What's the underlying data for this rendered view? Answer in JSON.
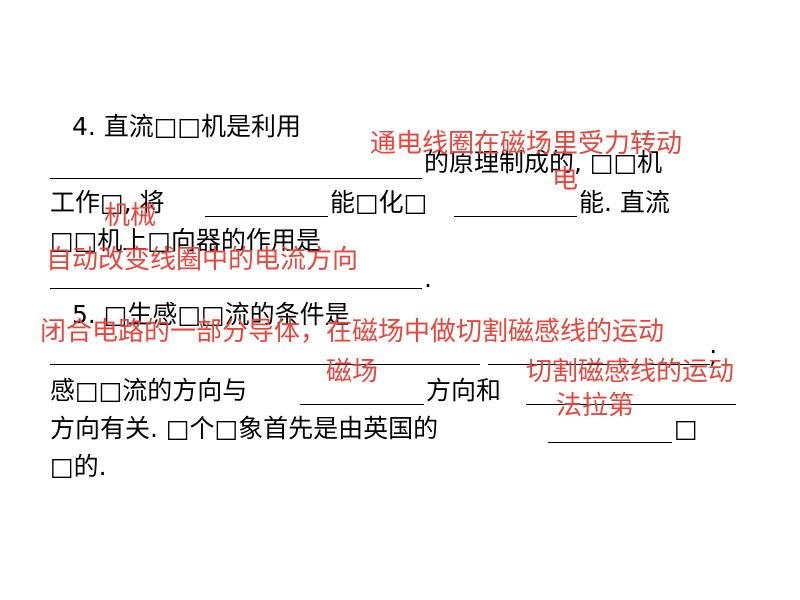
{
  "question4": {
    "line1": "4. 直流□□机是利用",
    "line2": "的原理制成的, □□机",
    "line3_a": "工作□, 将",
    "line3_b": "能□化□",
    "line3_c": "能. 直流",
    "line4": "□□机上□向器的作用是",
    "line5_end": "."
  },
  "question5": {
    "line1": "5. □生感□□流的条件是",
    "line2_end": ";",
    "line3_a": "感□□流的方向与",
    "line3_b": "方向和",
    "line4_a": "方向有关. □个□象首先是由英国的",
    "line4_b": "□",
    "line5": "□的."
  },
  "answers": {
    "q4_principle": "通电线圈在磁场里受力转动",
    "q4_energy_from": "电",
    "q4_energy_to": "机械",
    "q4_commutator": "自动改变线圈中的电流方向",
    "q5_condition": "闭合电路的一部分导体，在磁场中做切割磁感线的运动",
    "q5_direction_1": "磁场",
    "q5_direction_2": "切割磁感线的运动",
    "q5_discoverer": "法拉第"
  },
  "colors": {
    "answer_text": "#e8463c",
    "body_text": "#000000"
  }
}
